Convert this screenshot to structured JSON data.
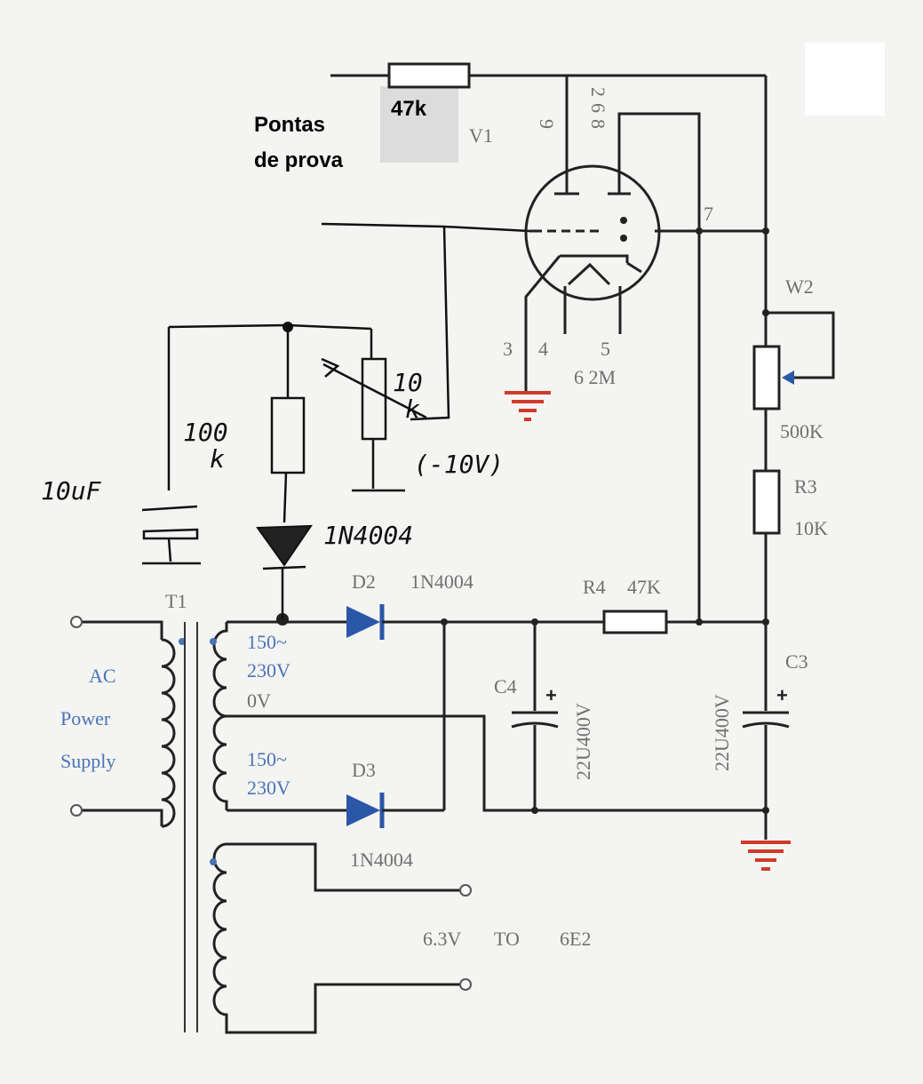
{
  "labels": {
    "probes": [
      "Pontas",
      "de prova"
    ],
    "r_probe": "47k",
    "tube": "V1",
    "tube_pins_top": [
      "9",
      "2",
      "6",
      "8"
    ],
    "pin7": "7",
    "pins_bottom": [
      "3",
      "4",
      "5"
    ],
    "pin_partial": "6 2M",
    "w2": "W2",
    "w2_val": "500K",
    "r3": "R3",
    "r3_val": "10K",
    "r4": "R4",
    "r4_val": "47K",
    "c3": "C3",
    "c4": "C4",
    "c4_val": "22U400V",
    "c3_val": "22U400V",
    "d2": "D2",
    "d2_val": "1N4004",
    "d3": "D3",
    "d3_val": "1N4004",
    "t1": "T1",
    "ac": [
      "AC",
      "Power",
      "Supply"
    ],
    "sec1": [
      "150~",
      "230V",
      "0V"
    ],
    "sec2": [
      "150~",
      "230V"
    ],
    "heater": [
      "6.3V",
      "TO",
      "6E2"
    ]
  },
  "handwritten": {
    "cap": "10uF",
    "r100": [
      "100",
      "k"
    ],
    "r10": [
      "10",
      "k"
    ],
    "diode": "1N4004",
    "neg": "(-10V)"
  },
  "colors": {
    "wire": "#222222",
    "diode_fill": "#2b57a8",
    "ground": "#d03a2a",
    "print_text": "#6f6f6f",
    "winding_label": "#4a74b8"
  }
}
